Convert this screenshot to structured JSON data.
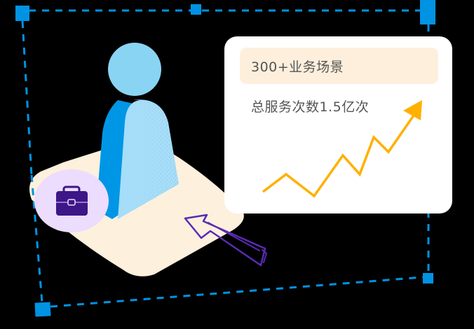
{
  "card": {
    "highlight_label": "300+业务场景",
    "stat_label": "总服务次数1.5亿次"
  },
  "icons": {
    "person": "person-icon",
    "briefcase": "briefcase-icon",
    "pointer_arrow": "hand-drawn-arrow-icon",
    "trend": "trend-up-icon"
  },
  "colors": {
    "background": "#000000",
    "frame": "#0093e3",
    "platform": "#fdf0dd",
    "person_head": "#8ad4f3",
    "person_body_dark": "#0096e6",
    "person_body_light": "#a6ddf8",
    "badge_bg": "#ecdcfd",
    "briefcase": "#3d1687",
    "arrow": "#5a2bb5",
    "trend_line": "#ffb000",
    "card_bg": "#ffffff",
    "highlight_bg": "#fdefdc",
    "text": "#555555"
  },
  "chart_data": {
    "type": "line",
    "title": "总服务次数1.5亿次",
    "series": [
      {
        "name": "trend",
        "values": [
          1,
          2.2,
          0.7,
          3.4,
          2.2,
          4.4,
          3.4,
          6
        ]
      }
    ],
    "x": [
      1,
      2,
      3,
      4,
      5,
      6,
      7,
      8
    ],
    "xlabel": "",
    "ylabel": "",
    "grid": false,
    "legend": "none",
    "annotation": "arrowhead at end of line"
  }
}
